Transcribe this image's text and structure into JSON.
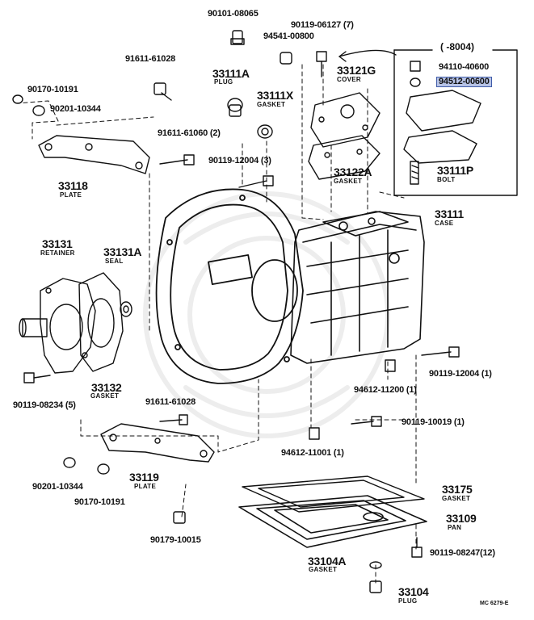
{
  "labels": {
    "l_90101_08065": "90101-08065",
    "l_90119_06127": "90119-06127 (7)",
    "l_94541_00800": "94541-00800",
    "l_range": "( -8004)",
    "l_91611_61028a": "91611-61028",
    "l_33111a": "33111A",
    "l_plug_a": "PLUG",
    "l_33121g": "33121G",
    "l_cover": "COVER",
    "l_94110_40600": "94110-40600",
    "l_94512_00600": "94512-00600",
    "l_90170_10191a": "90170-10191",
    "l_90201_10344a": "90201-10344",
    "l_33111x": "33111X",
    "l_gasket_x": "GASKET",
    "l_91611_61060": "91611-61060 (2)",
    "l_90119_12004_3": "90119-12004 (3)",
    "l_33122a": "33122A",
    "l_gasket_122": "GASKET",
    "l_33111p": "33111P",
    "l_bolt": "BOLT",
    "l_33118": "33118",
    "l_plate_118": "PLATE",
    "l_33111": "33111",
    "l_case": "CASE",
    "l_33131": "33131",
    "l_retainer": "RETAINER",
    "l_33131a": "33131A",
    "l_seal": "SEAL",
    "l_90119_12004_1": "90119-12004 (1)",
    "l_94612_11200": "94612-11200 (1)",
    "l_33132": "33132",
    "l_gasket_132": "GASKET",
    "l_90119_08234": "90119-08234 (5)",
    "l_91611_61028b": "91611-61028",
    "l_90119_10019": "90119-10019 (1)",
    "l_94612_11001": "94612-11001 (1)",
    "l_90201_10344b": "90201-10344",
    "l_33119": "33119",
    "l_plate_119": "PLATE",
    "l_90170_10191b": "90170-10191",
    "l_33175": "33175",
    "l_gasket_175": "GASKET",
    "l_33109": "33109",
    "l_pan": "PAN",
    "l_90179_10015": "90179-10015",
    "l_90119_08247": "90119-08247(12)",
    "l_33104a": "33104A",
    "l_gasket_104": "GASKET",
    "l_33104": "33104",
    "l_plug_104": "PLUG",
    "l_footer": "MC 6279-E"
  },
  "highlight_color": "#b7c3e6",
  "ink_color": "#111111"
}
